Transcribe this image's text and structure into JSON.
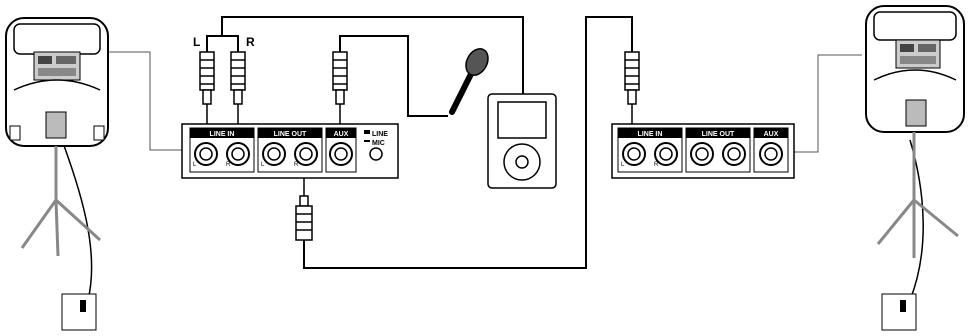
{
  "diagram": {
    "rca_left_label": "L",
    "rca_right_label": "R",
    "mixer_left": {
      "line_in": "LINE IN",
      "line_out": "LINE OUT",
      "aux": "AUX",
      "switch_line": "LINE",
      "switch_mic": "MIC",
      "pin_l": "L",
      "pin_r": "R"
    },
    "mixer_right": {
      "line_in": "LINE IN",
      "line_out": "LINE OUT",
      "aux": "AUX",
      "pin_l": "L",
      "pin_r": "R"
    }
  }
}
